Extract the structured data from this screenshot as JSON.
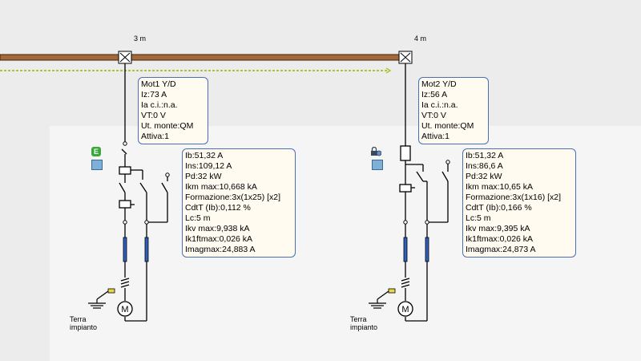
{
  "cables": [
    {
      "length_label": "3 m"
    },
    {
      "length_label": "4 m"
    }
  ],
  "motors": [
    {
      "header": [
        "Mot1 Y/D",
        "Iz:73 A",
        "Ia c.i.:n.a.",
        "VT:0 V",
        "Ut. monte:QM",
        "Attiva:1"
      ],
      "details": [
        "Ib:51,32 A",
        "Ins:109,12 A",
        "Pd:32 kW",
        "Ikm max:10,668 kA",
        "Formazione:3x(1x25) [x2]",
        "CdtT (Ib):0,112 %",
        "Lc:5 m",
        "Ikv max:9,938 kA",
        "Ik1ftmax:0,026 kA",
        "Imagmax:24,883 A"
      ],
      "earth_label": [
        "Terra",
        "impianto"
      ],
      "status_icon": "E-badge-icon"
    },
    {
      "header": [
        "Mot2 Y/D",
        "Iz:56 A",
        "Ia c.i.:n.a.",
        "VT:0 V",
        "Ut. monte:QM",
        "Attiva:1"
      ],
      "details": [
        "Ib:51,32 A",
        "Ins:86,6 A",
        "Pd:32 kW",
        "Ikm max:10,65 kA",
        "Formazione:3x(1x16) [x2]",
        "CdtT (Ib):0,166 %",
        "Lc:5 m",
        "Ikv max:9,395 kA",
        "Ik1ftmax:0,026 kA",
        "Imagmax:24,873 A"
      ],
      "earth_label": [
        "Terra",
        "impianto"
      ],
      "status_icon": "lock-icon"
    }
  ],
  "colors": {
    "busbar": "#a5683a",
    "bus_edge": "#3a2414",
    "ground_dash": "#a8c838",
    "box_border": "#4a6fb5",
    "box_bg": "#fffbf0",
    "cable": "#2f5fbf"
  }
}
